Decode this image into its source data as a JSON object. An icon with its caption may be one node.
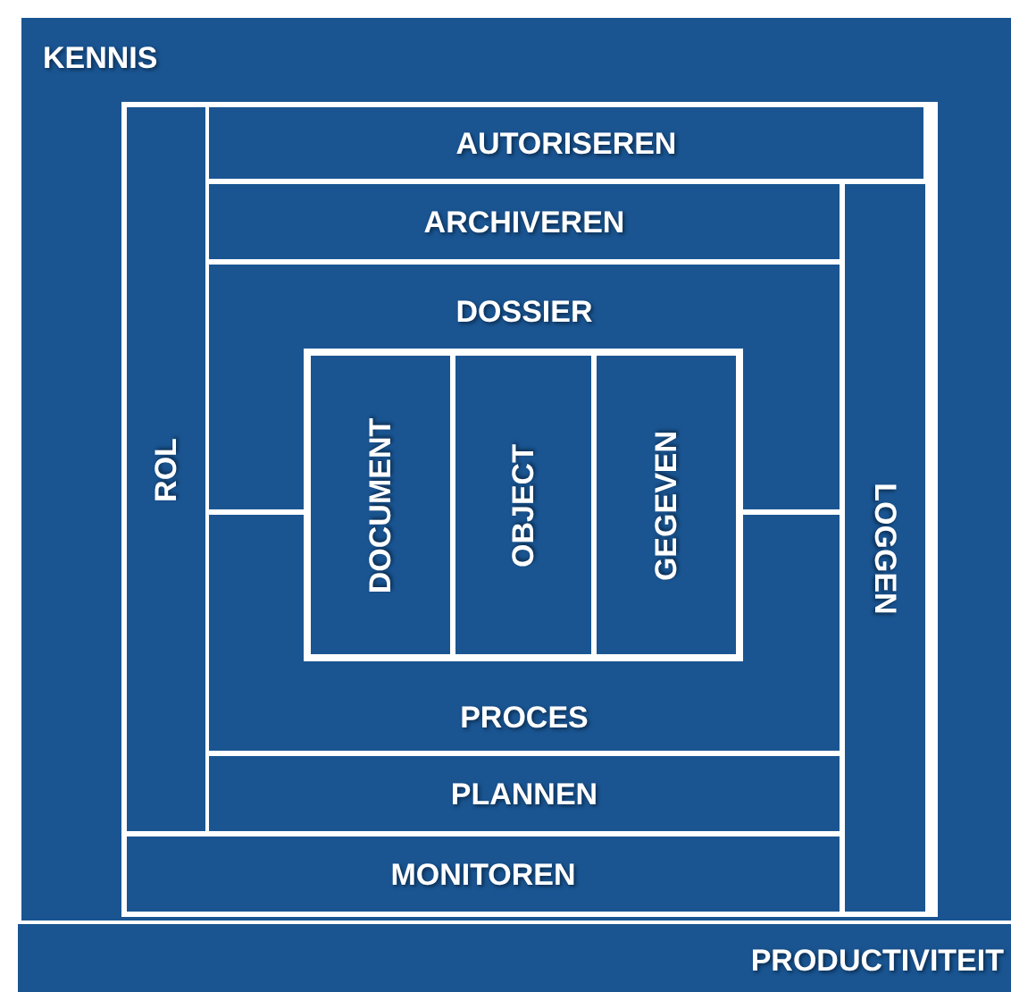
{
  "diagram": {
    "nodes": [
      {
        "text": [
          "KENNIS"
        ]
      },
      {
        "text": [
          "AUTORISEREN"
        ],
        "in": 0
      },
      {
        "text": [
          "ROL"
        ],
        "in": 0
      },
      {
        "text": [
          "ARCHIVEREN"
        ],
        "in": 0
      },
      {
        "text": [
          "LOGGEN"
        ],
        "in": 0
      },
      {
        "text": [
          "DOSSIER"
        ],
        "in": 0
      },
      {
        "text": [
          "DOCUMENT"
        ],
        "in": 0
      },
      {
        "text": [
          "OBJECT"
        ],
        "in": 0
      },
      {
        "text": [
          "GEGEVEN"
        ],
        "in": 0
      },
      {
        "text": [
          "PROCES"
        ],
        "in": 0
      },
      {
        "text": [
          "PLANNEN"
        ],
        "in": 0
      },
      {
        "text": [
          "MONITOREN"
        ],
        "in": 0
      },
      {
        "text": [
          "PRODUCTIVITEIT"
        ]
      }
    ],
    "edges": []
  }
}
